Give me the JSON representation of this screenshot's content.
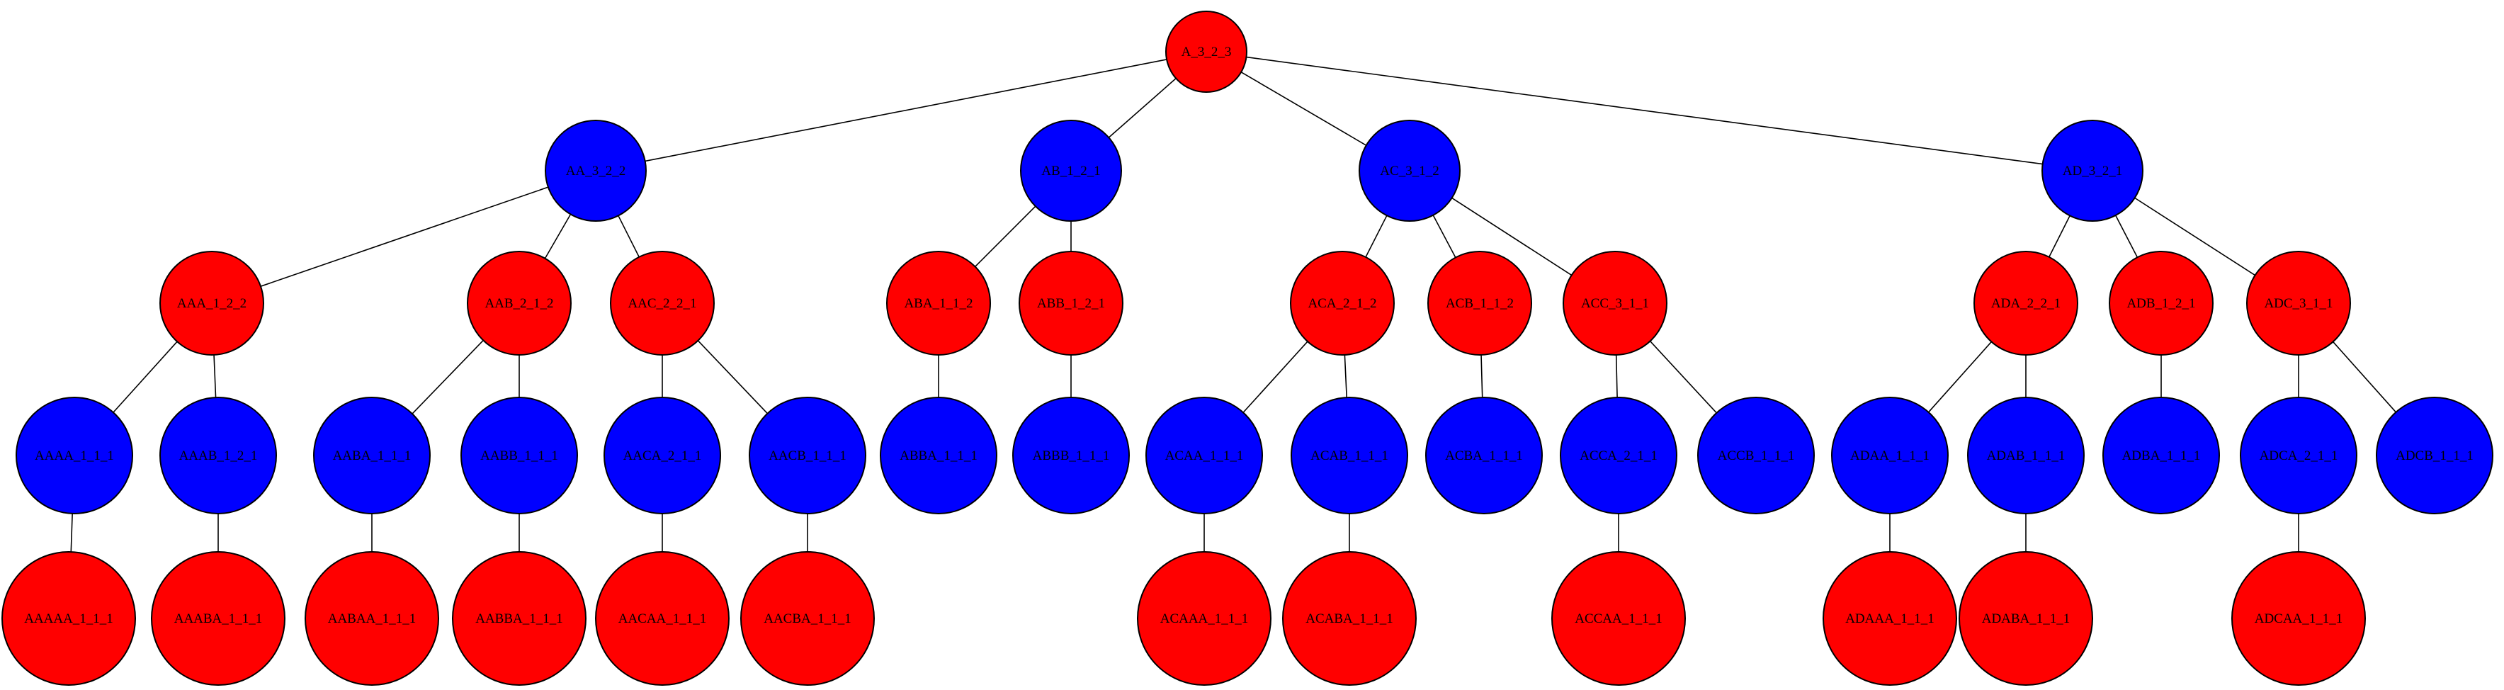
{
  "colors": {
    "red": "#ff0000",
    "blue": "#0000ff",
    "edge": "#000000"
  },
  "tree": {
    "nodes": [
      {
        "id": "A",
        "label": "A_3_2_3",
        "color": "red",
        "parent": null
      },
      {
        "id": "AA",
        "label": "AA_3_2_2",
        "color": "blue",
        "parent": "A"
      },
      {
        "id": "AB",
        "label": "AB_1_2_1",
        "color": "blue",
        "parent": "A"
      },
      {
        "id": "AC",
        "label": "AC_3_1_2",
        "color": "blue",
        "parent": "A"
      },
      {
        "id": "AD",
        "label": "AD_3_2_1",
        "color": "blue",
        "parent": "A"
      },
      {
        "id": "AAA",
        "label": "AAA_1_2_2",
        "color": "red",
        "parent": "AA"
      },
      {
        "id": "AAB",
        "label": "AAB_2_1_2",
        "color": "red",
        "parent": "AA"
      },
      {
        "id": "AAC",
        "label": "AAC_2_2_1",
        "color": "red",
        "parent": "AA"
      },
      {
        "id": "ABA",
        "label": "ABA_1_1_2",
        "color": "red",
        "parent": "AB"
      },
      {
        "id": "ABB",
        "label": "ABB_1_2_1",
        "color": "red",
        "parent": "AB"
      },
      {
        "id": "ACA",
        "label": "ACA_2_1_2",
        "color": "red",
        "parent": "AC"
      },
      {
        "id": "ACB",
        "label": "ACB_1_1_2",
        "color": "red",
        "parent": "AC"
      },
      {
        "id": "ACC",
        "label": "ACC_3_1_1",
        "color": "red",
        "parent": "AC"
      },
      {
        "id": "ADA",
        "label": "ADA_2_2_1",
        "color": "red",
        "parent": "AD"
      },
      {
        "id": "ADB",
        "label": "ADB_1_2_1",
        "color": "red",
        "parent": "AD"
      },
      {
        "id": "ADC",
        "label": "ADC_3_1_1",
        "color": "red",
        "parent": "AD"
      },
      {
        "id": "AAAA",
        "label": "AAAA_1_1_1",
        "color": "blue",
        "parent": "AAA"
      },
      {
        "id": "AAAB",
        "label": "AAAB_1_2_1",
        "color": "blue",
        "parent": "AAA"
      },
      {
        "id": "AABA",
        "label": "AABA_1_1_1",
        "color": "blue",
        "parent": "AAB"
      },
      {
        "id": "AABB",
        "label": "AABB_1_1_1",
        "color": "blue",
        "parent": "AAB"
      },
      {
        "id": "AACA",
        "label": "AACA_2_1_1",
        "color": "blue",
        "parent": "AAC"
      },
      {
        "id": "AACB",
        "label": "AACB_1_1_1",
        "color": "blue",
        "parent": "AAC"
      },
      {
        "id": "ABBA",
        "label": "ABBA_1_1_1",
        "color": "blue",
        "parent": "ABA"
      },
      {
        "id": "ABBB",
        "label": "ABBB_1_1_1",
        "color": "blue",
        "parent": "ABB"
      },
      {
        "id": "ACAA",
        "label": "ACAA_1_1_1",
        "color": "blue",
        "parent": "ACA"
      },
      {
        "id": "ACAB",
        "label": "ACAB_1_1_1",
        "color": "blue",
        "parent": "ACA"
      },
      {
        "id": "ACBA",
        "label": "ACBA_1_1_1",
        "color": "blue",
        "parent": "ACB"
      },
      {
        "id": "ACCA",
        "label": "ACCA_2_1_1",
        "color": "blue",
        "parent": "ACC"
      },
      {
        "id": "ACCB",
        "label": "ACCB_1_1_1",
        "color": "blue",
        "parent": "ACC"
      },
      {
        "id": "ADAA",
        "label": "ADAA_1_1_1",
        "color": "blue",
        "parent": "ADA"
      },
      {
        "id": "ADAB",
        "label": "ADAB_1_1_1",
        "color": "blue",
        "parent": "ADA"
      },
      {
        "id": "ADBA",
        "label": "ADBA_1_1_1",
        "color": "blue",
        "parent": "ADB"
      },
      {
        "id": "ADCA",
        "label": "ADCA_2_1_1",
        "color": "blue",
        "parent": "ADC"
      },
      {
        "id": "ADCB",
        "label": "ADCB_1_1_1",
        "color": "blue",
        "parent": "ADC"
      },
      {
        "id": "AAAAA",
        "label": "AAAAA_1_1_1",
        "color": "red",
        "parent": "AAAA"
      },
      {
        "id": "AAABA",
        "label": "AAABA_1_1_1",
        "color": "red",
        "parent": "AAAB"
      },
      {
        "id": "AABAA",
        "label": "AABAA_1_1_1",
        "color": "red",
        "parent": "AABA"
      },
      {
        "id": "AABBA",
        "label": "AABBA_1_1_1",
        "color": "red",
        "parent": "AABB"
      },
      {
        "id": "AACAA",
        "label": "AACAA_1_1_1",
        "color": "red",
        "parent": "AACA"
      },
      {
        "id": "AACBA",
        "label": "AACBA_1_1_1",
        "color": "red",
        "parent": "AACB"
      },
      {
        "id": "ACAAA",
        "label": "ACAAA_1_1_1",
        "color": "red",
        "parent": "ACAA"
      },
      {
        "id": "ACABA",
        "label": "ACABA_1_1_1",
        "color": "red",
        "parent": "ACAB"
      },
      {
        "id": "ACCAA",
        "label": "ACCAA_1_1_1",
        "color": "red",
        "parent": "ACCA"
      },
      {
        "id": "ADAAA",
        "label": "ADAAA_1_1_1",
        "color": "red",
        "parent": "ADAA"
      },
      {
        "id": "ADABA",
        "label": "ADABA_1_1_1",
        "color": "red",
        "parent": "ADAB"
      },
      {
        "id": "ADCAA",
        "label": "ADCAA_1_1_1",
        "color": "red",
        "parent": "ADCA"
      }
    ]
  }
}
